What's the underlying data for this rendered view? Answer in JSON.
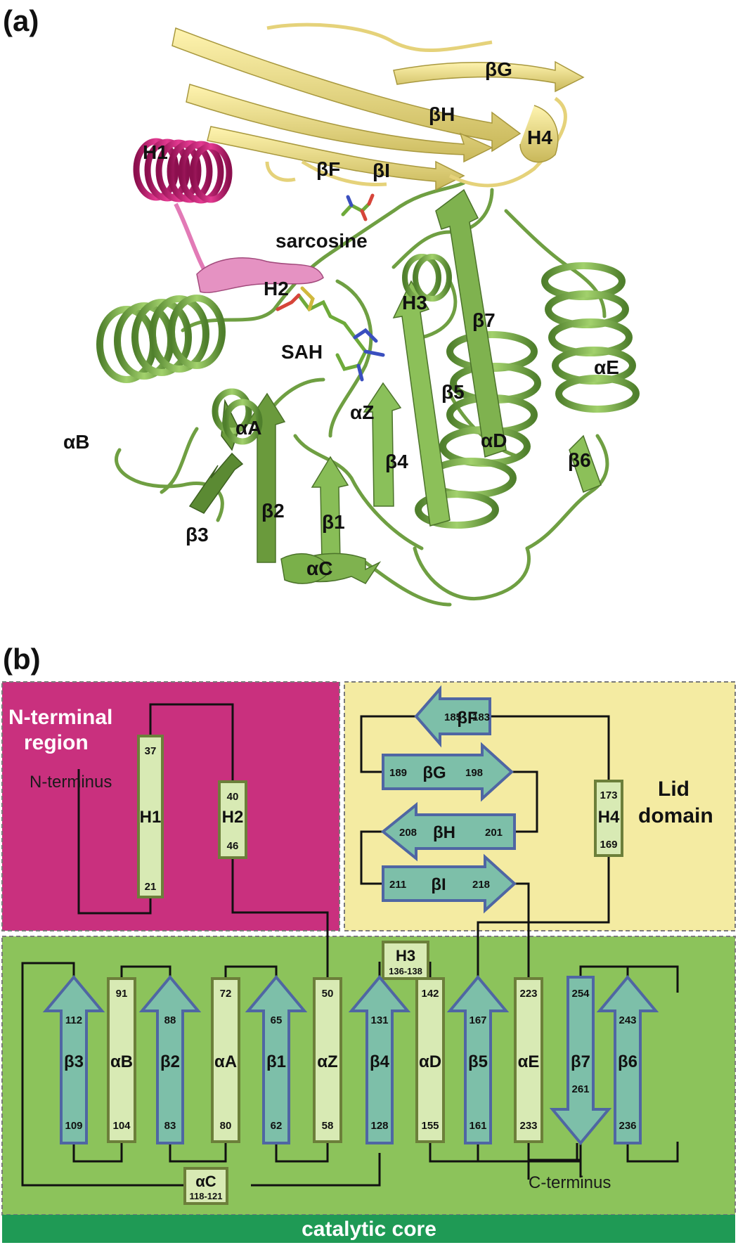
{
  "panel_a": {
    "label": "(a)",
    "labels": {
      "bG": "βG",
      "bH": "βH",
      "H4": "H4",
      "H1": "H1",
      "bF": "βF",
      "bI": "βI",
      "sarcosine": "sarcosine",
      "H2": "H2",
      "SAH": "SAH",
      "H3": "H3",
      "b7": "β7",
      "aE": "αE",
      "b5": "β5",
      "aB": "αB",
      "aA": "αA",
      "aZ": "αZ",
      "aD": "αD",
      "b4": "β4",
      "b6": "β6",
      "b3": "β3",
      "b2": "β2",
      "b1": "β1",
      "aC": "αC"
    }
  },
  "panel_b": {
    "label": "(b)",
    "regions": {
      "nterm_title_1": "N-terminal",
      "nterm_title_2": "region",
      "lid_title_1": "Lid",
      "lid_title_2": "domain",
      "core_title": "catalytic core",
      "n_terminus": "N-terminus",
      "c_terminus": "C-terminus"
    },
    "nterm_elements": {
      "H1": {
        "name": "H1",
        "top": "37",
        "bottom": "21"
      },
      "H2": {
        "name": "H2",
        "top": "40",
        "bottom": "46"
      }
    },
    "lid_elements": {
      "bF": {
        "name": "βF",
        "left": "185",
        "right": "183"
      },
      "bG": {
        "name": "βG",
        "left": "189",
        "right": "198"
      },
      "bH": {
        "name": "βH",
        "left": "208",
        "right": "201"
      },
      "bI": {
        "name": "βI",
        "left": "211",
        "right": "218"
      },
      "H4": {
        "name": "H4",
        "top": "173",
        "bottom": "169"
      }
    },
    "core_elements": {
      "b3": {
        "name": "β3",
        "top": "112",
        "bottom": "109"
      },
      "aB": {
        "name": "αB",
        "top": "91",
        "bottom": "104"
      },
      "b2": {
        "name": "β2",
        "top": "88",
        "bottom": "83"
      },
      "aA": {
        "name": "αA",
        "top": "72",
        "bottom": "80"
      },
      "b1": {
        "name": "β1",
        "top": "65",
        "bottom": "62"
      },
      "aZ": {
        "name": "αZ",
        "top": "50",
        "bottom": "58"
      },
      "b4": {
        "name": "β4",
        "top": "131",
        "bottom": "128"
      },
      "aD": {
        "name": "αD",
        "top": "142",
        "bottom": "155"
      },
      "b5": {
        "name": "β5",
        "top": "167",
        "bottom": "161"
      },
      "aE": {
        "name": "αE",
        "top": "223",
        "bottom": "233"
      },
      "b7": {
        "name": "β7",
        "top": "254",
        "bottom": "261"
      },
      "b6": {
        "name": "β6",
        "top": "243",
        "bottom": "236"
      },
      "H3": {
        "name": "H3",
        "range": "136-138"
      },
      "aC": {
        "name": "αC",
        "range": "118-121"
      }
    }
  },
  "colors": {
    "nterm_bg": "#c9307e",
    "lid_bg": "#f4eba2",
    "core_bg": "#8cc35b",
    "core_bar": "#1f9a55",
    "strand_fill": "#7dbfa9",
    "strand_stroke": "#4f66a3",
    "helix_fill": "#d8eab4",
    "helix_stroke": "#6c7f3a",
    "ribbon_green": "#79ab4a",
    "ribbon_yellow": "#ecdd86",
    "ribbon_magenta": "#c81c72"
  }
}
